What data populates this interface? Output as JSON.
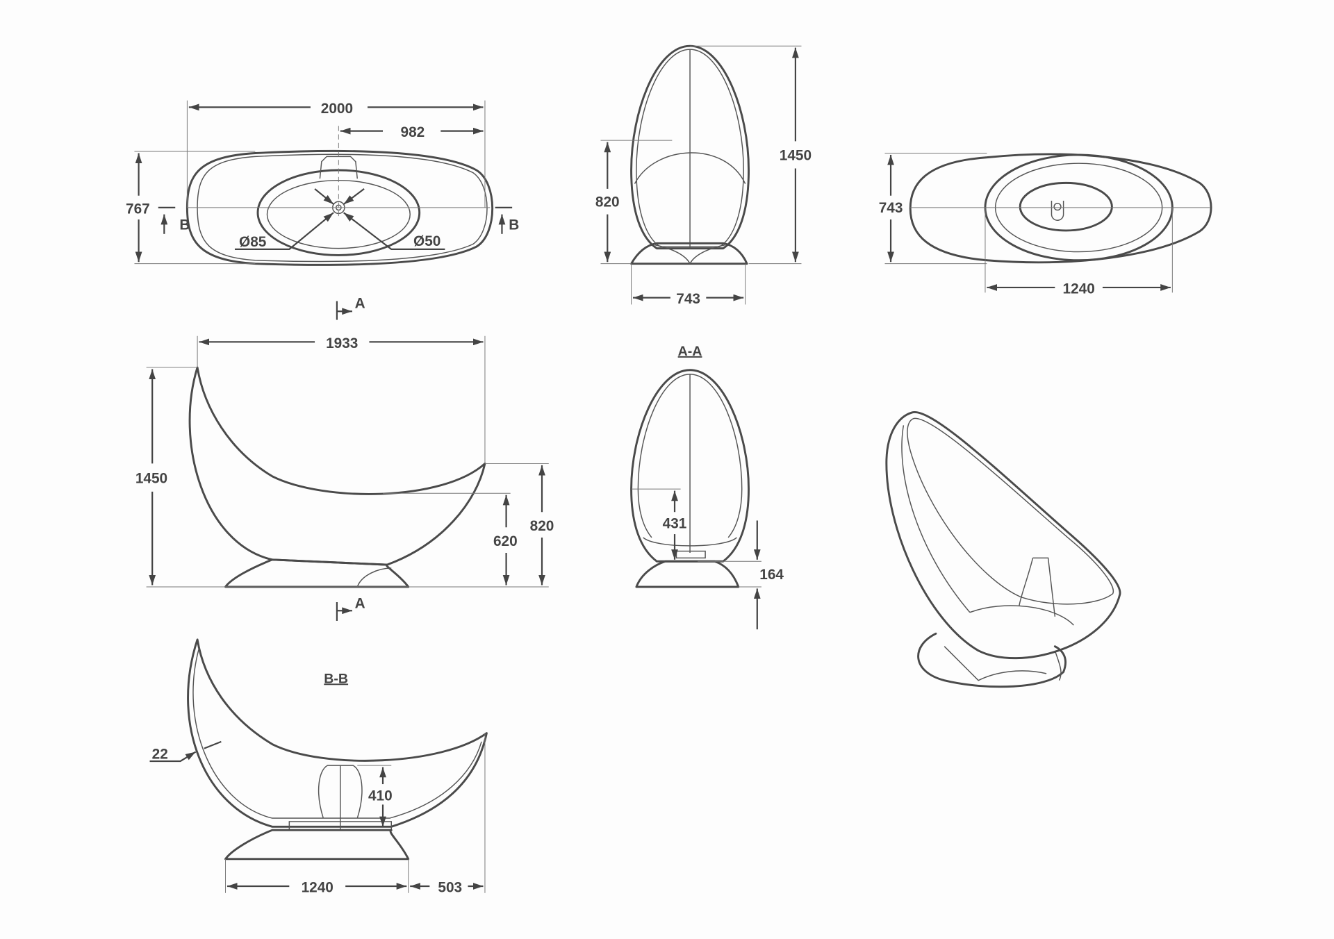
{
  "plan_view": {
    "length": "2000",
    "drain_offset": "982",
    "width": "767",
    "drain_outer": "Ø85",
    "drain_inner": "Ø50",
    "section_mark": "B"
  },
  "front_view": {
    "height": "1450",
    "rim_height": "820",
    "width": "743"
  },
  "top_right_view": {
    "width": "743",
    "base_length": "1240"
  },
  "side_view": {
    "length": "1933",
    "height": "1450",
    "rim_height": "820",
    "inner_rim_height": "620",
    "section_mark": "A"
  },
  "section_a": {
    "title": "A-A",
    "depth": "431",
    "base_height": "164"
  },
  "section_b": {
    "title": "B-B",
    "wall": "22",
    "headrest": "410",
    "base_length": "1240",
    "overhang": "503"
  }
}
